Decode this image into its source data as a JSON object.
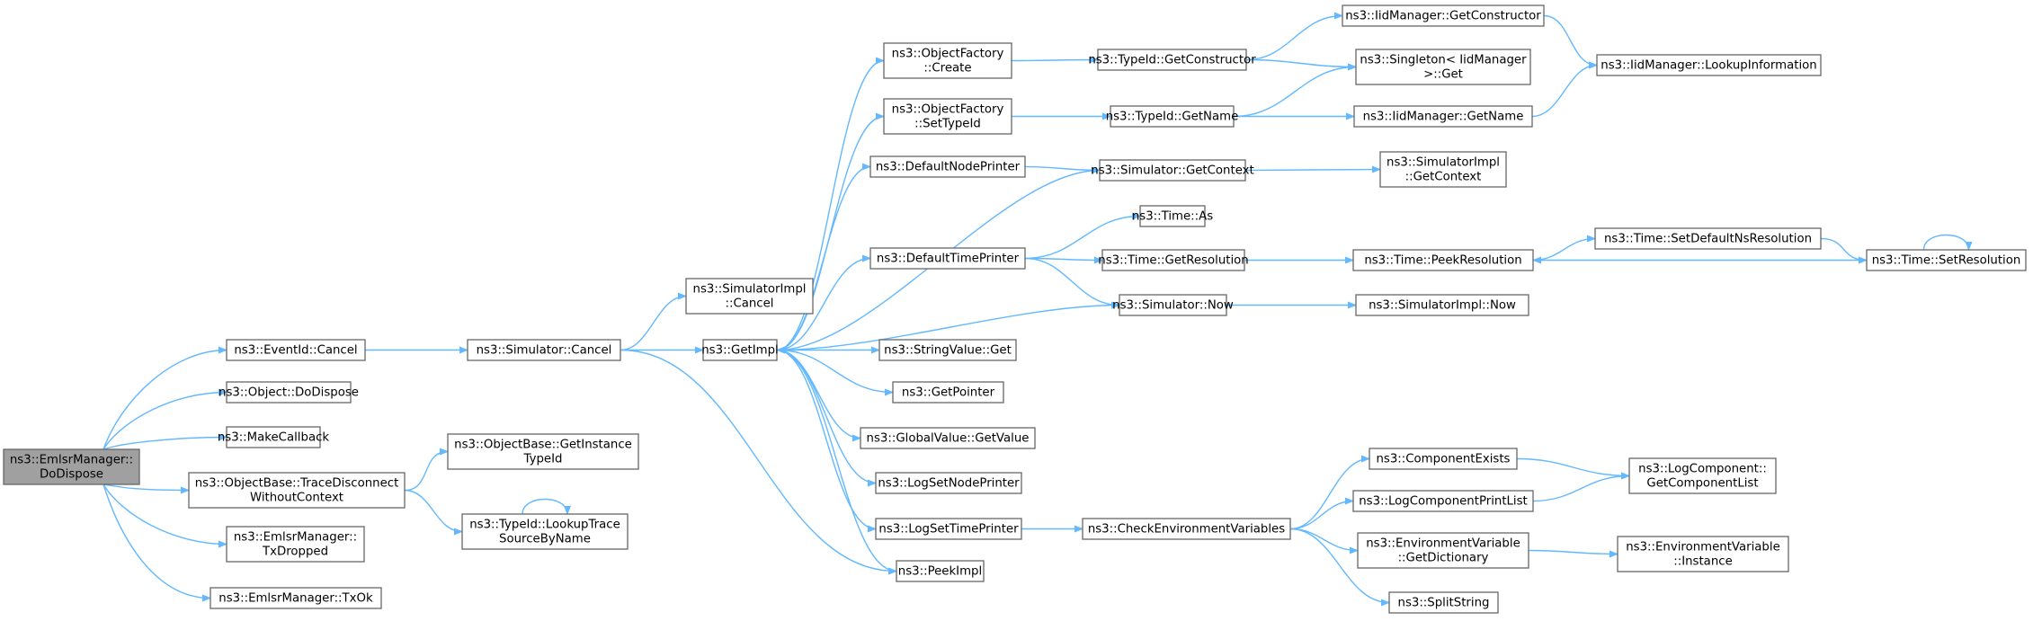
{
  "graph": {
    "edge_color": "#63b8ff",
    "node_border": "#666666",
    "root_fill": "#a0a0a0",
    "nodes": [
      {
        "id": "root",
        "lines": [
          "ns3::EmlsrManager::",
          "DoDispose"
        ],
        "root": true
      },
      {
        "id": "eventid_cancel",
        "lines": [
          "ns3::EventId::Cancel"
        ]
      },
      {
        "id": "object_dodispose",
        "lines": [
          "ns3::Object::DoDispose"
        ]
      },
      {
        "id": "makecallback",
        "lines": [
          "ns3::MakeCallback"
        ]
      },
      {
        "id": "tracedisconnect",
        "lines": [
          "ns3::ObjectBase::TraceDisconnect",
          "WithoutContext"
        ]
      },
      {
        "id": "txdropped",
        "lines": [
          "ns3::EmlsrManager::",
          "TxDropped"
        ]
      },
      {
        "id": "txok",
        "lines": [
          "ns3::EmlsrManager::TxOk"
        ]
      },
      {
        "id": "sim_cancel",
        "lines": [
          "ns3::Simulator::Cancel"
        ]
      },
      {
        "id": "getinstancetypeid",
        "lines": [
          "ns3::ObjectBase::GetInstance",
          "TypeId"
        ]
      },
      {
        "id": "lookuptrace",
        "lines": [
          "ns3::TypeId::LookupTrace",
          "SourceByName"
        ]
      },
      {
        "id": "simimpl_cancel",
        "lines": [
          "ns3::SimulatorImpl",
          "::Cancel"
        ]
      },
      {
        "id": "getimpl",
        "lines": [
          "ns3::GetImpl"
        ]
      },
      {
        "id": "peekimpl",
        "lines": [
          "ns3::PeekImpl"
        ]
      },
      {
        "id": "of_create",
        "lines": [
          "ns3::ObjectFactory",
          "::Create"
        ]
      },
      {
        "id": "of_settypeid",
        "lines": [
          "ns3::ObjectFactory",
          "::SetTypeId"
        ]
      },
      {
        "id": "defaultnodeprinter",
        "lines": [
          "ns3::DefaultNodePrinter"
        ]
      },
      {
        "id": "defaulttimeprinter",
        "lines": [
          "ns3::DefaultTimePrinter"
        ]
      },
      {
        "id": "stringvalue_get",
        "lines": [
          "ns3::StringValue::Get"
        ]
      },
      {
        "id": "getpointer",
        "lines": [
          "ns3::GetPointer"
        ]
      },
      {
        "id": "globalvalue_getvalue",
        "lines": [
          "ns3::GlobalValue::GetValue"
        ]
      },
      {
        "id": "logsetnodeprinter",
        "lines": [
          "ns3::LogSetNodePrinter"
        ]
      },
      {
        "id": "logsettimeprinter",
        "lines": [
          "ns3::LogSetTimePrinter"
        ]
      },
      {
        "id": "typeid_getconstructor",
        "lines": [
          "ns3::TypeId::GetConstructor"
        ]
      },
      {
        "id": "typeid_getname",
        "lines": [
          "ns3::TypeId::GetName"
        ]
      },
      {
        "id": "sim_getcontext",
        "lines": [
          "ns3::Simulator::GetContext"
        ]
      },
      {
        "id": "time_as",
        "lines": [
          "ns3::Time::As"
        ]
      },
      {
        "id": "time_getresolution",
        "lines": [
          "ns3::Time::GetResolution"
        ]
      },
      {
        "id": "sim_now",
        "lines": [
          "ns3::Simulator::Now"
        ]
      },
      {
        "id": "checkenv",
        "lines": [
          "ns3::CheckEnvironmentVariables"
        ]
      },
      {
        "id": "iid_getconstructor",
        "lines": [
          "ns3::IidManager::GetConstructor"
        ]
      },
      {
        "id": "singleton_get",
        "lines": [
          "ns3::Singleton< IidManager",
          ">::Get"
        ]
      },
      {
        "id": "iid_getname",
        "lines": [
          "ns3::IidManager::GetName"
        ]
      },
      {
        "id": "simimpl_getcontext",
        "lines": [
          "ns3::SimulatorImpl",
          "::GetContext"
        ]
      },
      {
        "id": "time_peekresolution",
        "lines": [
          "ns3::Time::PeekResolution"
        ]
      },
      {
        "id": "simimpl_now",
        "lines": [
          "ns3::SimulatorImpl::Now"
        ]
      },
      {
        "id": "componentexists",
        "lines": [
          "ns3::ComponentExists"
        ]
      },
      {
        "id": "logcomponentprintlist",
        "lines": [
          "ns3::LogComponentPrintList"
        ]
      },
      {
        "id": "envvar_getdictionary",
        "lines": [
          "ns3::EnvironmentVariable",
          "::GetDictionary"
        ]
      },
      {
        "id": "splitstring",
        "lines": [
          "ns3::SplitString"
        ]
      },
      {
        "id": "iid_lookupinformation",
        "lines": [
          "ns3::IidManager::LookupInformation"
        ]
      },
      {
        "id": "time_setdefaultnsresolution",
        "lines": [
          "ns3::Time::SetDefaultNsResolution"
        ]
      },
      {
        "id": "time_setresolution",
        "lines": [
          "ns3::Time::SetResolution"
        ]
      },
      {
        "id": "logcomponent_getcomponentlist",
        "lines": [
          "ns3::LogComponent::",
          "GetComponentList"
        ]
      },
      {
        "id": "envvar_instance",
        "lines": [
          "ns3::EnvironmentVariable",
          "::Instance"
        ]
      }
    ],
    "edges": [
      [
        "root",
        "eventid_cancel"
      ],
      [
        "root",
        "object_dodispose"
      ],
      [
        "root",
        "makecallback"
      ],
      [
        "root",
        "tracedisconnect"
      ],
      [
        "root",
        "txdropped"
      ],
      [
        "root",
        "txok"
      ],
      [
        "eventid_cancel",
        "sim_cancel"
      ],
      [
        "tracedisconnect",
        "getinstancetypeid"
      ],
      [
        "tracedisconnect",
        "lookuptrace"
      ],
      [
        "lookuptrace",
        "lookuptrace"
      ],
      [
        "sim_cancel",
        "simimpl_cancel"
      ],
      [
        "sim_cancel",
        "getimpl"
      ],
      [
        "sim_cancel",
        "peekimpl"
      ],
      [
        "getimpl",
        "of_create"
      ],
      [
        "getimpl",
        "of_settypeid"
      ],
      [
        "getimpl",
        "defaultnodeprinter"
      ],
      [
        "getimpl",
        "defaulttimeprinter"
      ],
      [
        "getimpl",
        "stringvalue_get"
      ],
      [
        "getimpl",
        "getpointer"
      ],
      [
        "getimpl",
        "globalvalue_getvalue"
      ],
      [
        "getimpl",
        "logsetnodeprinter"
      ],
      [
        "getimpl",
        "logsettimeprinter"
      ],
      [
        "getimpl",
        "peekimpl"
      ],
      [
        "of_create",
        "typeid_getconstructor"
      ],
      [
        "of_settypeid",
        "typeid_getname"
      ],
      [
        "defaultnodeprinter",
        "sim_getcontext"
      ],
      [
        "defaulttimeprinter",
        "time_as"
      ],
      [
        "defaulttimeprinter",
        "time_getresolution"
      ],
      [
        "defaulttimeprinter",
        "sim_now"
      ],
      [
        "logsettimeprinter",
        "checkenv"
      ],
      [
        "typeid_getconstructor",
        "iid_getconstructor"
      ],
      [
        "typeid_getconstructor",
        "singleton_get"
      ],
      [
        "typeid_getname",
        "singleton_get"
      ],
      [
        "typeid_getname",
        "iid_getname"
      ],
      [
        "sim_getcontext",
        "getimpl"
      ],
      [
        "sim_getcontext",
        "simimpl_getcontext"
      ],
      [
        "time_getresolution",
        "time_peekresolution"
      ],
      [
        "sim_now",
        "getimpl"
      ],
      [
        "sim_now",
        "simimpl_now"
      ],
      [
        "checkenv",
        "componentexists"
      ],
      [
        "checkenv",
        "logcomponentprintlist"
      ],
      [
        "checkenv",
        "envvar_getdictionary"
      ],
      [
        "checkenv",
        "splitstring"
      ],
      [
        "iid_getconstructor",
        "iid_lookupinformation"
      ],
      [
        "iid_getname",
        "iid_lookupinformation"
      ],
      [
        "time_peekresolution",
        "time_setdefaultnsresolution"
      ],
      [
        "time_setdefaultnsresolution",
        "time_setresolution"
      ],
      [
        "time_setresolution",
        "time_peekresolution"
      ],
      [
        "time_setresolution",
        "time_setresolution"
      ],
      [
        "componentexists",
        "logcomponent_getcomponentlist"
      ],
      [
        "logcomponentprintlist",
        "logcomponent_getcomponentlist"
      ],
      [
        "envvar_getdictionary",
        "envvar_instance"
      ]
    ]
  }
}
